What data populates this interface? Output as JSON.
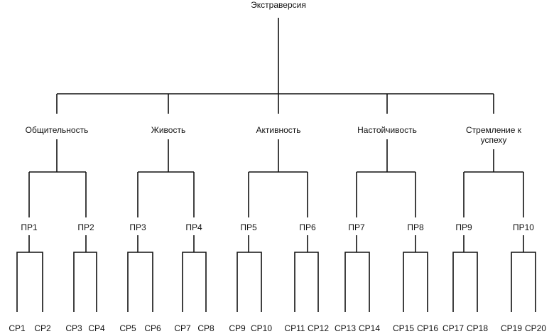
{
  "root": "Экстраверсия",
  "factors": [
    {
      "label": "Общительность",
      "label2": ""
    },
    {
      "label": "Живость",
      "label2": ""
    },
    {
      "label": "Активность",
      "label2": ""
    },
    {
      "label": "Настойчивость",
      "label2": ""
    },
    {
      "label": "Стремление к",
      "label2": "успеху"
    }
  ],
  "primary": [
    "ПР1",
    "ПР2",
    "ПР3",
    "ПР4",
    "ПР5",
    "ПР6",
    "ПР7",
    "ПР8",
    "ПР9",
    "ПР10"
  ],
  "secondary": [
    "СР1",
    "СР2",
    "СР3",
    "СР4",
    "СР5",
    "СР6",
    "СР7",
    "СР8",
    "СР9",
    "СР10",
    "СР11",
    "СР12",
    "СР13",
    "СР14",
    "СР15",
    "СР16",
    "СР17",
    "СР18",
    "СР19",
    "СР20"
  ]
}
